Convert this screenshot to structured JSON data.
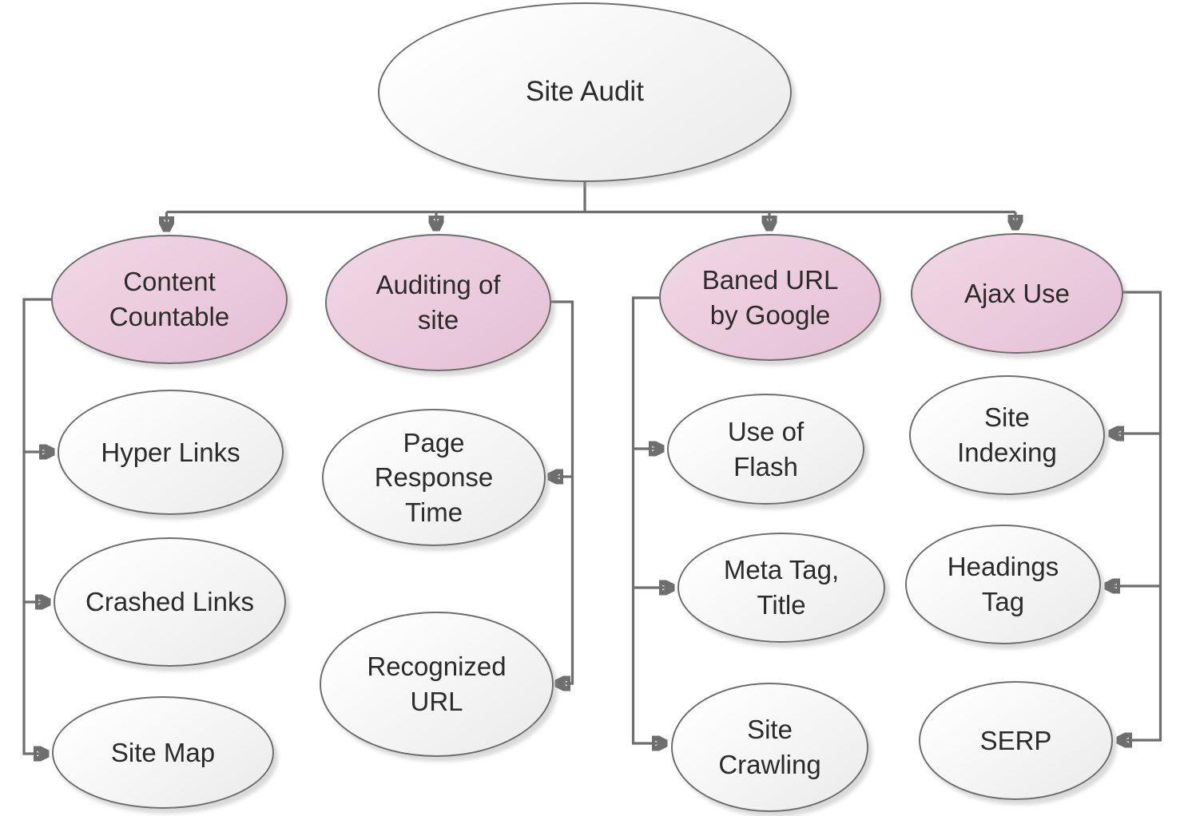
{
  "diagram": {
    "type": "tree-mindmap",
    "colors": {
      "line": "#6e6e6e",
      "text": "#2b2b2b",
      "branch_fill": "#e8c6da",
      "leaf_fill": "#f3f3f3",
      "background": "#ffffff"
    },
    "nodes": {
      "root": {
        "label": "Site Audit",
        "level": "root"
      },
      "content_countable": {
        "label": "Content\nCountable",
        "level": "branch"
      },
      "auditing_of_site": {
        "label": "Auditing of\nsite",
        "level": "branch"
      },
      "baned_url": {
        "label": "Baned URL\nby Google",
        "level": "branch"
      },
      "ajax_use": {
        "label": "Ajax Use",
        "level": "branch"
      },
      "hyper_links": {
        "label": "Hyper Links",
        "level": "leaf"
      },
      "crashed_links": {
        "label": "Crashed Links",
        "level": "leaf"
      },
      "site_map": {
        "label": "Site Map",
        "level": "leaf"
      },
      "page_response_time": {
        "label": "Page\nResponse\nTime",
        "level": "leaf"
      },
      "recognized_url": {
        "label": "Recognized\nURL",
        "level": "leaf"
      },
      "use_of_flash": {
        "label": "Use of\nFlash",
        "level": "leaf"
      },
      "meta_tag_title": {
        "label": "Meta Tag,\nTitle",
        "level": "leaf"
      },
      "site_crawling": {
        "label": "Site\nCrawling",
        "level": "leaf"
      },
      "site_indexing": {
        "label": "Site\nIndexing",
        "level": "leaf"
      },
      "headings_tag": {
        "label": "Headings\nTag",
        "level": "leaf"
      },
      "serp": {
        "label": "SERP",
        "level": "leaf"
      }
    },
    "edges": [
      {
        "from": "root",
        "to": "content_countable"
      },
      {
        "from": "root",
        "to": "auditing_of_site"
      },
      {
        "from": "root",
        "to": "baned_url"
      },
      {
        "from": "root",
        "to": "ajax_use"
      },
      {
        "from": "content_countable",
        "to": "hyper_links"
      },
      {
        "from": "content_countable",
        "to": "crashed_links"
      },
      {
        "from": "content_countable",
        "to": "site_map"
      },
      {
        "from": "auditing_of_site",
        "to": "page_response_time"
      },
      {
        "from": "auditing_of_site",
        "to": "recognized_url"
      },
      {
        "from": "baned_url",
        "to": "use_of_flash"
      },
      {
        "from": "baned_url",
        "to": "meta_tag_title"
      },
      {
        "from": "baned_url",
        "to": "site_crawling"
      },
      {
        "from": "ajax_use",
        "to": "site_indexing"
      },
      {
        "from": "ajax_use",
        "to": "headings_tag"
      },
      {
        "from": "ajax_use",
        "to": "serp"
      }
    ]
  }
}
